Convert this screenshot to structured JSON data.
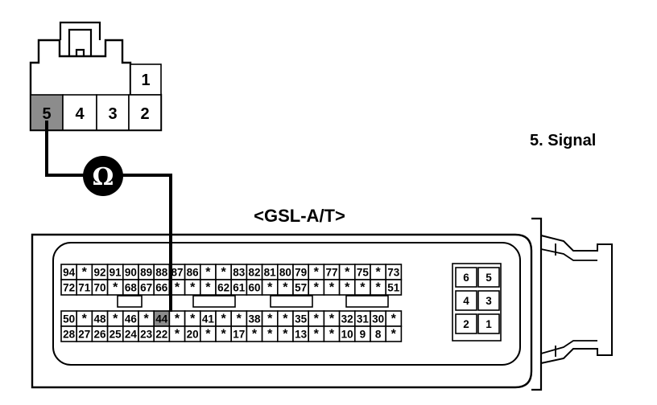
{
  "caption": "5. Signal",
  "ecu_label": "<GSL-A/T>",
  "meter_symbol": "Ω",
  "sensor_connector": {
    "top_pins": [
      "1"
    ],
    "bottom_pins": [
      "5",
      "4",
      "3",
      "2"
    ],
    "measured_pin": "5",
    "measured_pin_color": "#8c8c8c"
  },
  "ecu_connector": {
    "rows": [
      [
        "94",
        "*",
        "92",
        "91",
        "90",
        "89",
        "88",
        "87",
        "86",
        "*",
        "*",
        "83",
        "82",
        "81",
        "80",
        "79",
        "*",
        "77",
        "*",
        "75",
        "*",
        "73"
      ],
      [
        "72",
        "71",
        "70",
        "*",
        "68",
        "67",
        "66",
        "*",
        "*",
        "*",
        "62",
        "61",
        "60",
        "*",
        "*",
        "57",
        "*",
        "*",
        "*",
        "*",
        "*",
        "51"
      ],
      [
        "50",
        "*",
        "48",
        "*",
        "46",
        "*",
        "44",
        "*",
        "*",
        "41",
        "*",
        "*",
        "38",
        "*",
        "*",
        "35",
        "*",
        "*",
        "32",
        "31",
        "30",
        "*"
      ],
      [
        "28",
        "27",
        "26",
        "25",
        "24",
        "23",
        "22",
        "*",
        "20",
        "*",
        "*",
        "17",
        "*",
        "*",
        "*",
        "13",
        "*",
        "*",
        "10",
        "9",
        "8",
        "*"
      ]
    ],
    "measured_pin": "44",
    "measured_pin_color": "#8c8c8c",
    "side_block": [
      [
        "6",
        "5"
      ],
      [
        "4",
        "3"
      ],
      [
        "2",
        "1"
      ]
    ]
  }
}
